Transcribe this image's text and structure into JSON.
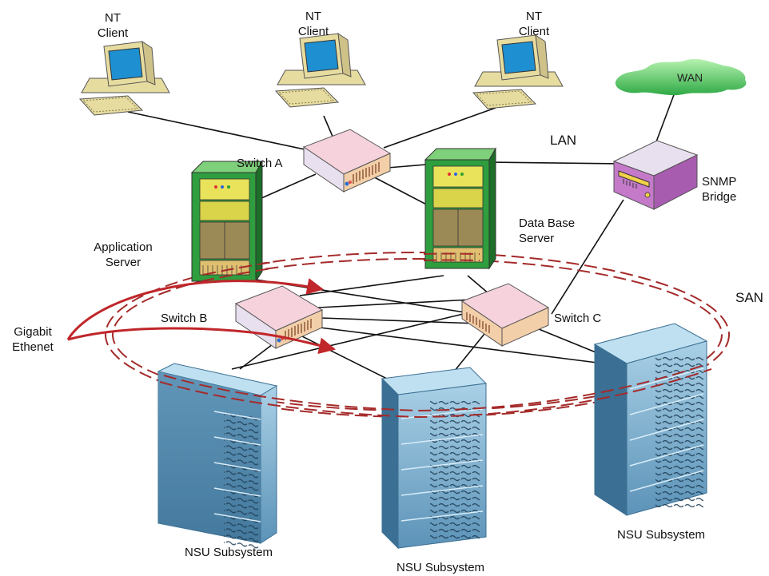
{
  "labels": {
    "nt_client_1": [
      "NT",
      "Client"
    ],
    "nt_client_2": [
      "NT",
      "Client"
    ],
    "nt_client_3": [
      "NT",
      "Client"
    ],
    "wan": "WAN",
    "lan": "LAN",
    "switch_a": "Switch A",
    "switch_b": "Switch B",
    "switch_c": "Switch C",
    "snmp_bridge": [
      "SNMP",
      "Bridge"
    ],
    "application_server": [
      "Application",
      "Server"
    ],
    "database_server": [
      "Data Base",
      "Server"
    ],
    "san": "SAN",
    "gigabit_ethernet": [
      "Gigabit",
      "Ethenet"
    ],
    "nsu_1": "NSU Subsystem",
    "nsu_2": "NSU Subsystem",
    "nsu_3": "NSU Subsystem"
  },
  "colors": {
    "link": "#111111",
    "san_ring": "#a52a2a",
    "gigabit_arrow": "#c0262a",
    "wan_cloud": "#3fbf5a",
    "switch_top": "#f5d2dc",
    "switch_body": "#f3cfa9",
    "server_green": "#2e9e3e",
    "storage_blue": "#6fa6c8",
    "bridge_purple": "#c479c9",
    "monitor_blue": "#1e8fd0",
    "beige": "#e7dca0"
  }
}
